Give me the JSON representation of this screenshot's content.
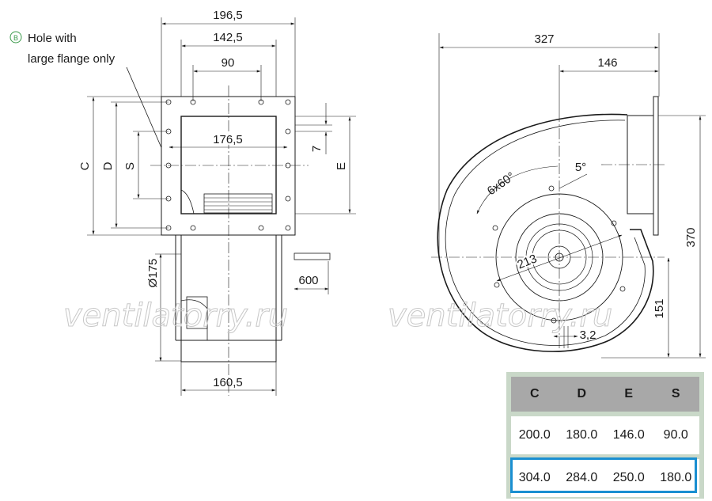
{
  "note": {
    "badge": "B",
    "line1": "Hole with",
    "line2": "large flange only"
  },
  "front_view": {
    "dims": {
      "outer_width": "196,5",
      "hole_span": "142,5",
      "inner_span": "90",
      "opening_width": "176,5",
      "base_width": "160,5",
      "diameter": "Ø175",
      "cable_length": "600",
      "offset": "7",
      "C": "C",
      "D": "D",
      "S": "S",
      "E": "E"
    }
  },
  "side_view": {
    "dims": {
      "overall_width": "327",
      "outlet_offset": "146",
      "overall_height": "370",
      "center_height": "151",
      "rotor_diameter": "213",
      "bolt_pattern": "6x60°",
      "angle": "5°",
      "hole": "3,2"
    }
  },
  "watermark": "ventilatorry.ru",
  "table": {
    "headers": [
      "C",
      "D",
      "E",
      "S"
    ],
    "rows": [
      [
        "200.0",
        "180.0",
        "146.0",
        "90.0"
      ],
      [
        "304.0",
        "284.0",
        "250.0",
        "180.0"
      ]
    ],
    "selected_row": 1,
    "highlight_color": "#1a8fd1",
    "header_bg": "#a8a8a8",
    "frame_color": "#c9d8c8"
  }
}
